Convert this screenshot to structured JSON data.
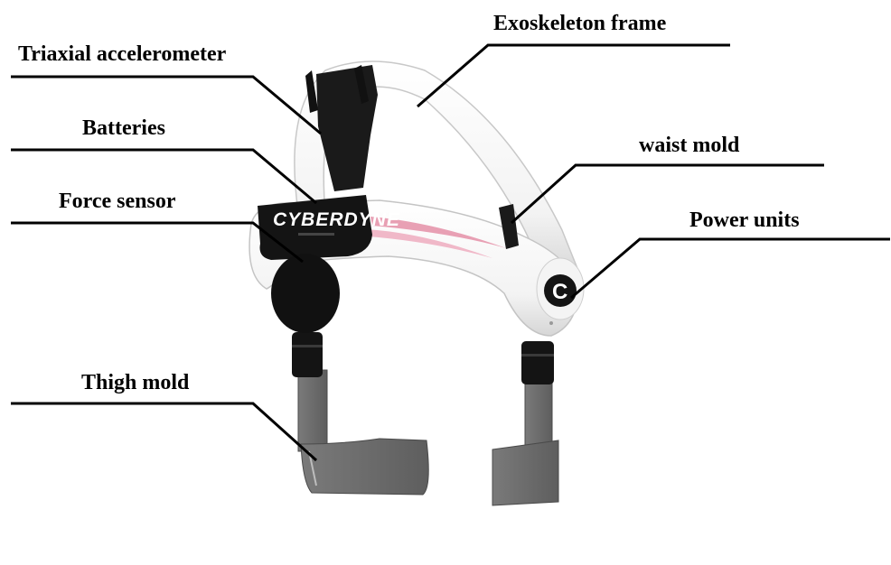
{
  "labels": {
    "exoskeleton_frame": "Exoskeleton frame",
    "triaxial_accelerometer": "Triaxial accelerometer",
    "batteries": "Batteries",
    "waist_mold": "waist mold",
    "force_sensor": "Force sensor",
    "power_units": "Power units",
    "thigh_mold": "Thigh mold"
  },
  "device": {
    "brand": "CYBERDYNE",
    "logo_glyph": "C"
  },
  "colors": {
    "frame": "#ffffff",
    "accent_stripe": "#e8a0b4",
    "black_parts": "#141414",
    "strap": "#707070",
    "leader_lines": "#000000"
  }
}
